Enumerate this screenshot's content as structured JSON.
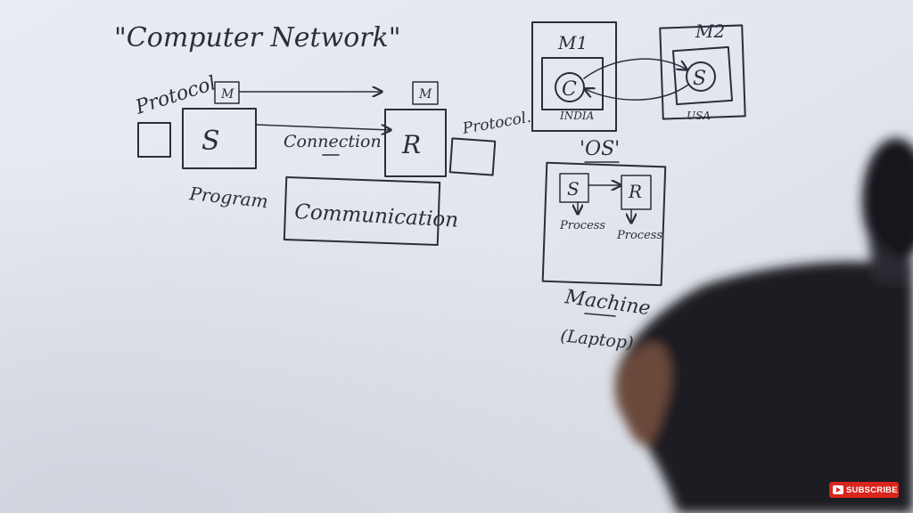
{
  "whiteboard": {
    "title": "\"Computer Network\"",
    "left_diagram": {
      "protocol_label": "Protocol",
      "message_box_left": "M",
      "message_box_right": "M",
      "sender": "S",
      "receiver": "R",
      "connection_label": "Connection",
      "program_label": "Program",
      "communication_label": "Communication",
      "protocol_label_right": "Protocol."
    },
    "network_diagram": {
      "machine1_label": "M1",
      "machine1_node": "C",
      "machine1_location": "INDIA",
      "machine2_label": "M2",
      "machine2_node": "S",
      "machine2_location": "USA"
    },
    "os_diagram": {
      "os_label": "'OS'",
      "sender": "S",
      "receiver": "R",
      "process_left": "Process",
      "process_right": "Process",
      "machine_label": "Machine",
      "laptop_label": "(Laptop)"
    }
  },
  "overlay": {
    "subscribe_label": "SUBSCRIBE",
    "subscribe_color": "#d9251d"
  }
}
